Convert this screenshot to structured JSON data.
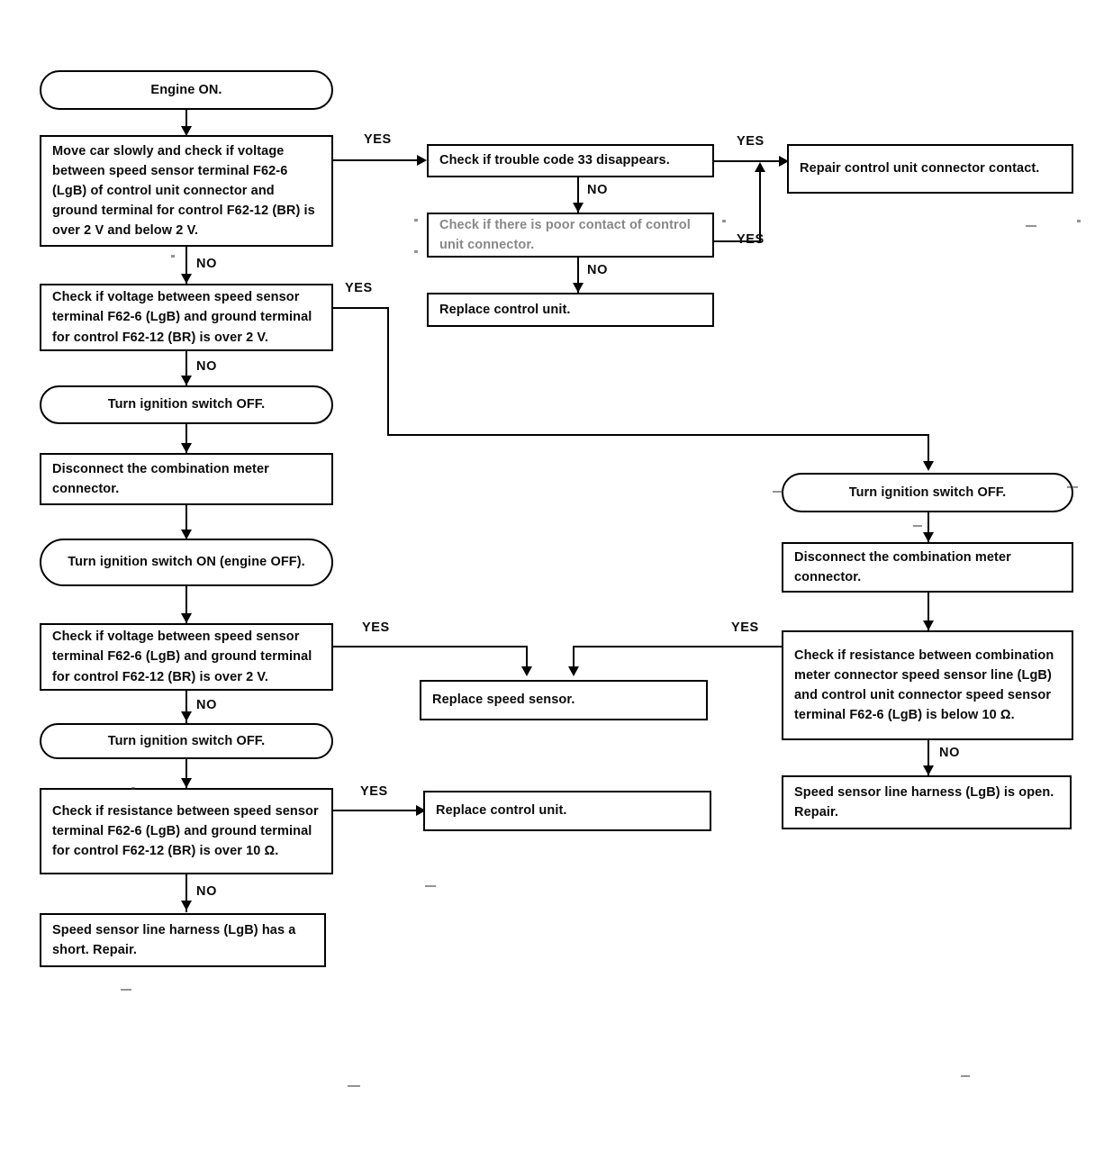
{
  "diagram": {
    "type": "flowchart",
    "title": "Speed sensor / trouble code 33 diagnostic flowchart",
    "labels": {
      "yes": "YES",
      "no": "NO"
    },
    "nodes": {
      "engine_on": "Engine ON.",
      "move_car_check": "Move car slowly and check if voltage between speed sensor terminal F62-6 (LgB) of control unit connector and ground terminal for control F62-12 (BR) is over 2 V and below 2 V.",
      "check_code_33": "Check if trouble code 33 disappears.",
      "check_poor_contact": "Check if there is poor contact of control unit connector.",
      "repair_connector_contact": "Repair control unit connector contact.",
      "replace_control_unit_top": "Replace control unit.",
      "check_voltage_2v_a": "Check if voltage between speed sensor terminal F62-6 (LgB) and ground terminal for control F62-12 (BR) is over 2 V.",
      "turn_ign_off_1": "Turn ignition switch OFF.",
      "disconnect_meter_1": "Disconnect the combination meter connector.",
      "turn_ign_on_engine_off": "Turn ignition switch ON (engine OFF).",
      "check_voltage_2v_b": "Check if voltage between speed sensor terminal F62-6 (LgB) and ground terminal for control F62-12 (BR) is over 2 V.",
      "turn_ign_off_2": "Turn ignition switch OFF.",
      "check_resistance_10ohm": "Check if resistance between speed sensor terminal F62-6 (LgB) and ground terminal for control F62-12 (BR) is over 10 Ω.",
      "harness_short": "Speed sensor line harness (LgB) has a short.  Repair.",
      "replace_speed_sensor": "Replace speed sensor.",
      "replace_control_unit_bottom": "Replace control unit.",
      "turn_ign_off_right": "Turn ignition switch OFF.",
      "disconnect_meter_right": "Disconnect the combination meter connector.",
      "check_resistance_below_10ohm": "Check if resistance between combination meter connector speed sensor line (LgB) and control unit connector speed sensor terminal F62-6 (LgB) is below 10 Ω.",
      "harness_open": "Speed sensor line harness (LgB) is open.  Repair."
    },
    "edges": [
      {
        "from": "engine_on",
        "to": "move_car_check",
        "label": ""
      },
      {
        "from": "move_car_check",
        "to": "check_code_33",
        "label": "YES"
      },
      {
        "from": "move_car_check",
        "to": "check_voltage_2v_a",
        "label": "NO"
      },
      {
        "from": "check_code_33",
        "to": "repair_connector_contact",
        "label": "YES"
      },
      {
        "from": "check_code_33",
        "to": "check_poor_contact",
        "label": "NO"
      },
      {
        "from": "check_poor_contact",
        "to": "repair_connector_contact",
        "label": "YES"
      },
      {
        "from": "check_poor_contact",
        "to": "replace_control_unit_top",
        "label": "NO"
      },
      {
        "from": "check_voltage_2v_a",
        "to": "turn_ign_off_right",
        "label": "YES"
      },
      {
        "from": "check_voltage_2v_a",
        "to": "turn_ign_off_1",
        "label": "NO"
      },
      {
        "from": "turn_ign_off_1",
        "to": "disconnect_meter_1",
        "label": ""
      },
      {
        "from": "disconnect_meter_1",
        "to": "turn_ign_on_engine_off",
        "label": ""
      },
      {
        "from": "turn_ign_on_engine_off",
        "to": "check_voltage_2v_b",
        "label": ""
      },
      {
        "from": "check_voltage_2v_b",
        "to": "replace_speed_sensor",
        "label": "YES"
      },
      {
        "from": "check_voltage_2v_b",
        "to": "turn_ign_off_2",
        "label": "NO"
      },
      {
        "from": "turn_ign_off_2",
        "to": "check_resistance_10ohm",
        "label": ""
      },
      {
        "from": "check_resistance_10ohm",
        "to": "replace_control_unit_bottom",
        "label": "YES"
      },
      {
        "from": "check_resistance_10ohm",
        "to": "harness_short",
        "label": "NO"
      },
      {
        "from": "turn_ign_off_right",
        "to": "disconnect_meter_right",
        "label": ""
      },
      {
        "from": "disconnect_meter_right",
        "to": "check_resistance_below_10ohm",
        "label": ""
      },
      {
        "from": "check_resistance_below_10ohm",
        "to": "replace_speed_sensor",
        "label": "YES"
      },
      {
        "from": "check_resistance_below_10ohm",
        "to": "harness_open",
        "label": "NO"
      }
    ]
  }
}
